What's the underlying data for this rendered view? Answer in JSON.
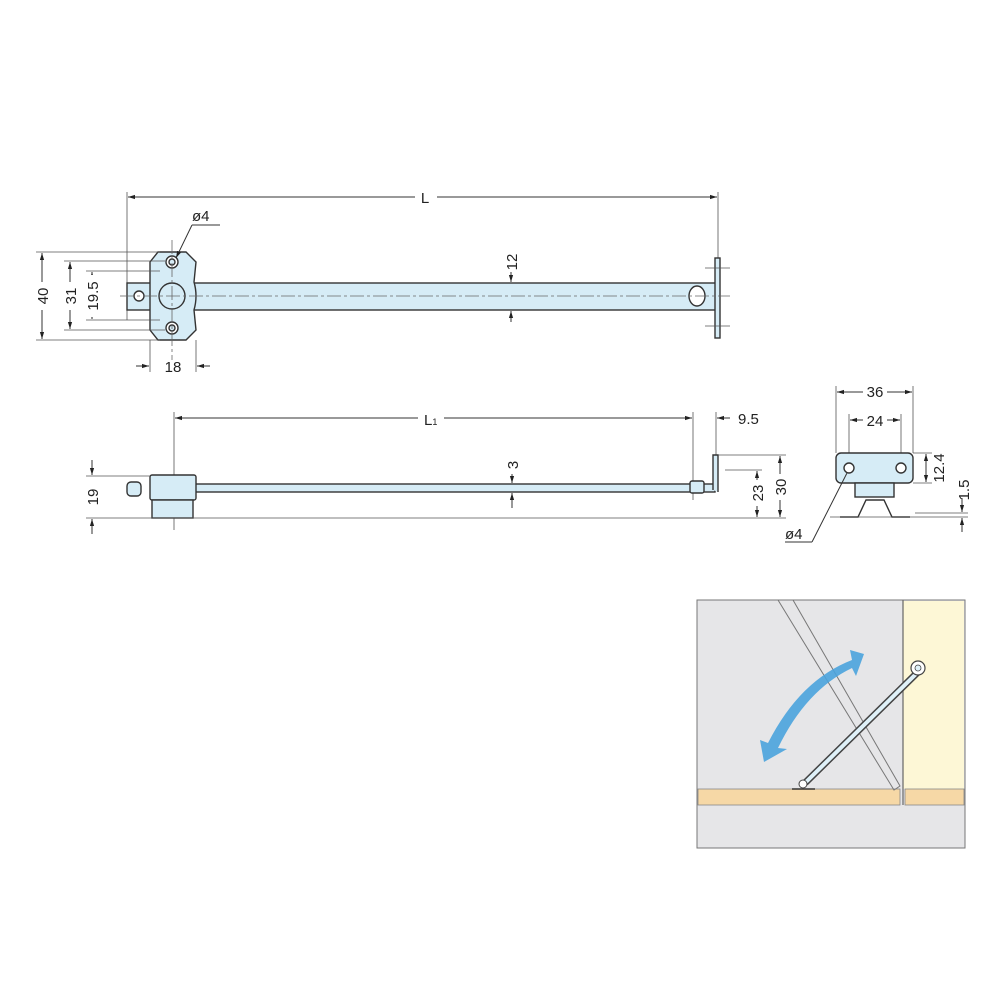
{
  "colors": {
    "part_fill": "#d6ecf6",
    "line": "#333333",
    "arrow": "#4aa3dd",
    "wall": "#e6e6e8",
    "panel": "#fdf7d6",
    "shelf": "#f6d8a6"
  },
  "top_view": {
    "L": "L",
    "hole": "ø4",
    "h40": "40",
    "h31": "31",
    "h19_5": "19.5",
    "w18": "18",
    "bar12": "12"
  },
  "side_view": {
    "L1": "L",
    "L1_sub": "1",
    "offset": "9.5",
    "thick": "3",
    "h19": "19",
    "h23": "23",
    "h30": "30"
  },
  "end_view": {
    "w36": "36",
    "w24": "24",
    "h12_4": "12.4",
    "t1_5": "1.5",
    "hole": "ø4"
  },
  "illustration": {
    "arrow_icon": "double-headed-curved-arrow"
  }
}
